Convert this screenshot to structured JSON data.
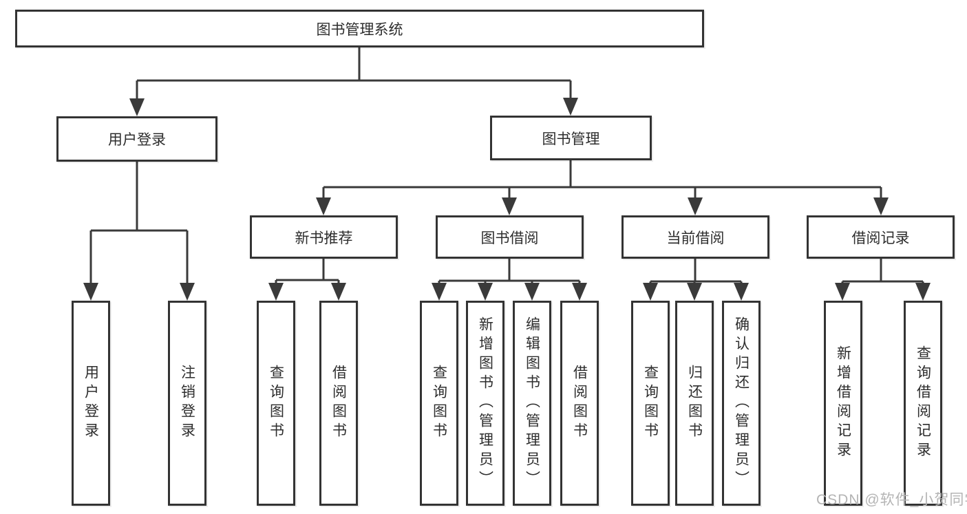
{
  "tree": {
    "root": {
      "label": "图书管理系统"
    },
    "branches": [
      {
        "label": "用户登录",
        "children": [
          {
            "label": "用户登录"
          },
          {
            "label": "注销登录"
          }
        ]
      },
      {
        "label": "图书管理",
        "sections": [
          {
            "label": "新书推荐",
            "children": [
              {
                "label": "查询图书"
              },
              {
                "label": "借阅图书"
              }
            ]
          },
          {
            "label": "图书借阅",
            "children": [
              {
                "label": "查询图书"
              },
              {
                "label": "新增图书（管理员）"
              },
              {
                "label": "编辑图书（管理员）"
              },
              {
                "label": "借阅图书"
              }
            ]
          },
          {
            "label": "当前借阅",
            "children": [
              {
                "label": "查询图书"
              },
              {
                "label": "归还图书"
              },
              {
                "label": "确认归还（管理员）"
              }
            ]
          },
          {
            "label": "借阅记录",
            "children": [
              {
                "label": "新增借阅记录"
              },
              {
                "label": "查询借阅记录"
              }
            ]
          }
        ]
      }
    ]
  },
  "watermark": {
    "text": "CSDN @软件_小贺同学"
  },
  "colors": {
    "line": "#3a3a3a",
    "border": "#333333",
    "text": "#2d2d2d",
    "watermark": "#b4b4b4",
    "background": "#ffffff"
  }
}
